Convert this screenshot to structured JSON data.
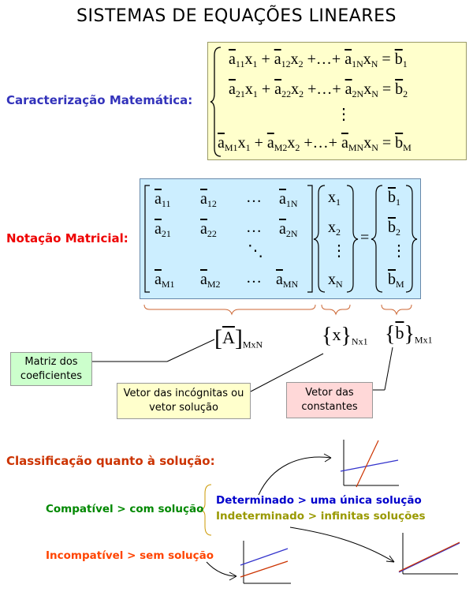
{
  "title": "SISTEMAS DE EQUAÇÕES LINEARES",
  "sections": {
    "math": "Caracterização Matemática:",
    "matrix": "Notação Matricial:",
    "classification": "Classificação quanto à solução:"
  },
  "colors": {
    "math": "#3333bb",
    "matrix": "#ee0000",
    "classification": "#cc3300",
    "compativel": "#008800",
    "determinado": "#0000cc",
    "indeterminado": "#999900",
    "incompativel": "#ff4400",
    "line_red": "#cc3300",
    "line_blue": "#3333cc"
  },
  "equations": {
    "row1": {
      "a": "a",
      "i": "1",
      "b": "b"
    },
    "row2": {
      "a": "a",
      "i": "2",
      "b": "b"
    },
    "rowM": {
      "a": "a",
      "i": "M",
      "b": "b"
    },
    "dots": "⋮"
  },
  "matrix": {
    "rows": [
      [
        "11",
        "12",
        "1N"
      ],
      [
        "21",
        "22",
        "2N"
      ],
      [
        "M1",
        "M2",
        "MN"
      ]
    ],
    "x": [
      "1",
      "2",
      "N"
    ],
    "b": [
      "1",
      "2",
      "M"
    ],
    "ellipsis": "…",
    "ddots": "⋱",
    "vdots": "⋮",
    "equals": "="
  },
  "symbols": {
    "A": "A",
    "A_sub": "MxN",
    "x": "x",
    "x_sub": "Nx1",
    "b": "b",
    "b_sub": "Mx1"
  },
  "labels": {
    "matriz": "Matriz dos coeficientes",
    "vetor_incognitas": "Vetor das incógnitas ou vetor solução",
    "vetor_constantes": "Vetor das constantes"
  },
  "classification": {
    "compativel": "Compatível > com solução",
    "determinado": "Determinado > uma única solução",
    "indeterminado": "Indeterminado > infinitas soluções",
    "incompativel": "Incompatível > sem solução"
  }
}
